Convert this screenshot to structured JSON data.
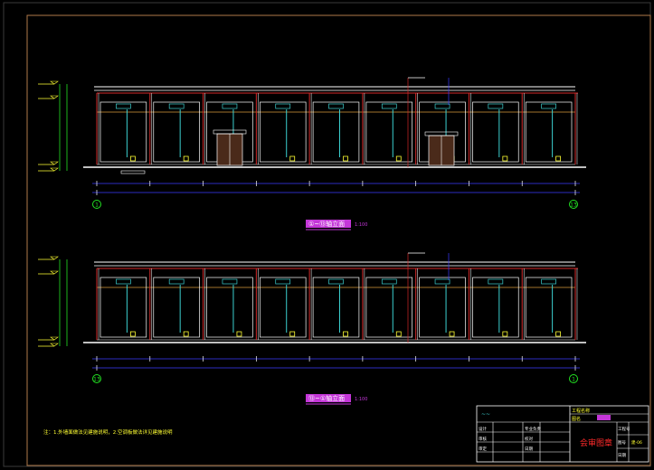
{
  "sheet": {
    "note": "注：1.外墙面做法见建施说明，2.空调板做法详见建施说明"
  },
  "elevation_top": {
    "title": "①~⑬轴立面",
    "scale": "1:100",
    "axis_start": "1",
    "axis_end": "13"
  },
  "elevation_bottom": {
    "title": "⑬~①轴立面",
    "scale": "1:100",
    "axis_start": "13",
    "axis_end": "1"
  },
  "title_block": {
    "logo_text": "~~",
    "project_label": "工程名称",
    "drawing_label": "图名",
    "stamp_text": "会审图章",
    "row_labels": [
      "设计",
      "审核",
      "审定"
    ],
    "mid_labels": [
      "专业负责",
      "校对",
      "日期"
    ],
    "right_labels": [
      "工程号",
      "图号",
      "日期"
    ],
    "right_values": [
      "",
      "建-06",
      ""
    ]
  },
  "colors": {
    "frame": "#b07a4a",
    "building": "#ffffff",
    "grid_line": "#d42a2a",
    "floor_line": "#d99a3a",
    "window": "#3cd0d0",
    "dimension": "#3a3aff",
    "label": "#ffff33",
    "accent": "#c436d8",
    "axis": "#22e022"
  }
}
